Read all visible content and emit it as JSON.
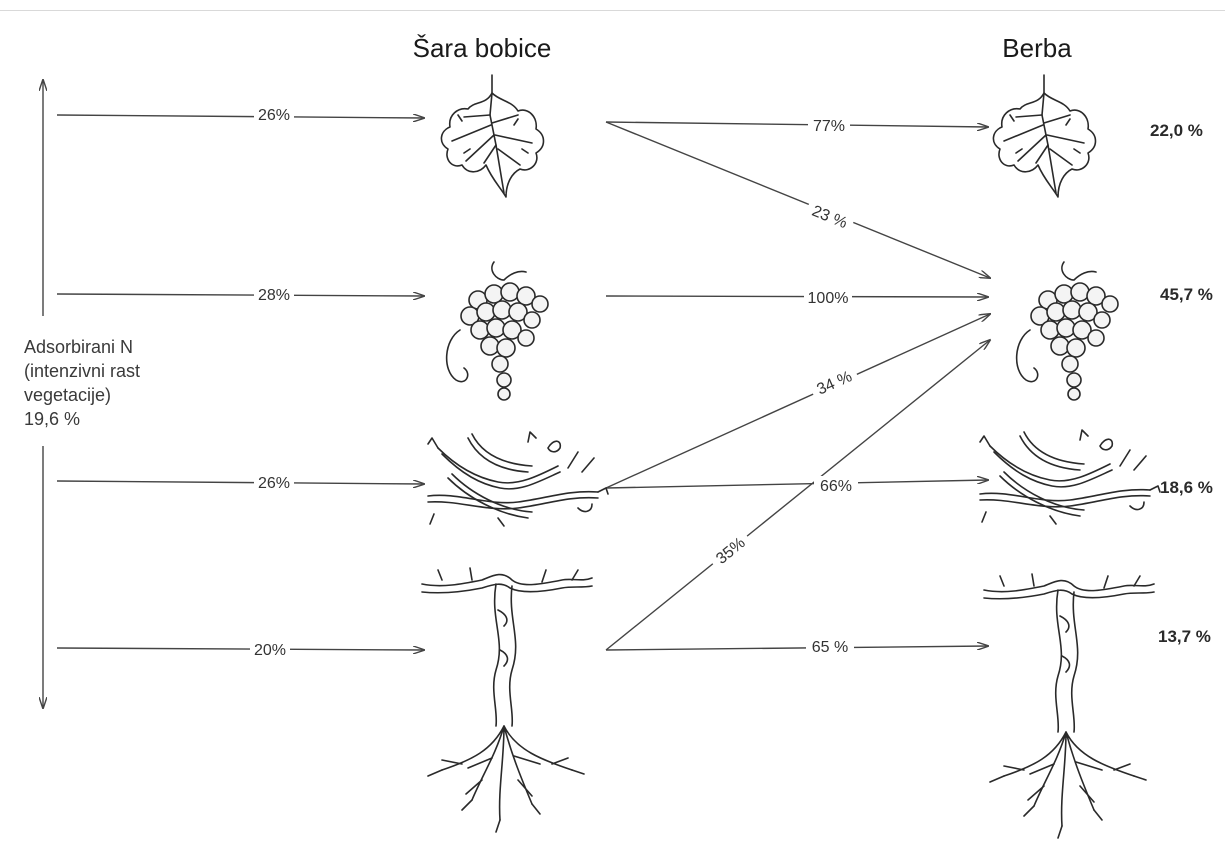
{
  "headers": {
    "left": "Šara bobice",
    "right": "Berba"
  },
  "side_label": {
    "line1": "Adsorbirani N",
    "line2": "(intenzivni rast",
    "line3": "vegetacije)",
    "line4": "19,6 %"
  },
  "inflow": {
    "leaves": "26%",
    "grapes": "28%",
    "shoots": "26%",
    "trunk_roots": "20%"
  },
  "transfer": {
    "leaves_to_leaves": "77%",
    "leaves_to_grapes": "23 %",
    "grapes_to_grapes": "100%",
    "shoots_to_grapes": "34 %",
    "shoots_to_shoots": "66%",
    "trunk_to_grapes": "35%",
    "trunk_to_trunk": "65 %"
  },
  "harvest_totals": {
    "leaves": "22,0 %",
    "grapes": "45,7 %",
    "shoots": "18,6 %",
    "trunk_roots": "13,7 %"
  },
  "icons": [
    "vine-leaf-icon",
    "grape-cluster-icon",
    "cane-shoots-icon",
    "trunk-roots-icon"
  ],
  "colors": {
    "ink": "#2a2a2a",
    "arrow": "#444444",
    "background": "#ffffff"
  }
}
